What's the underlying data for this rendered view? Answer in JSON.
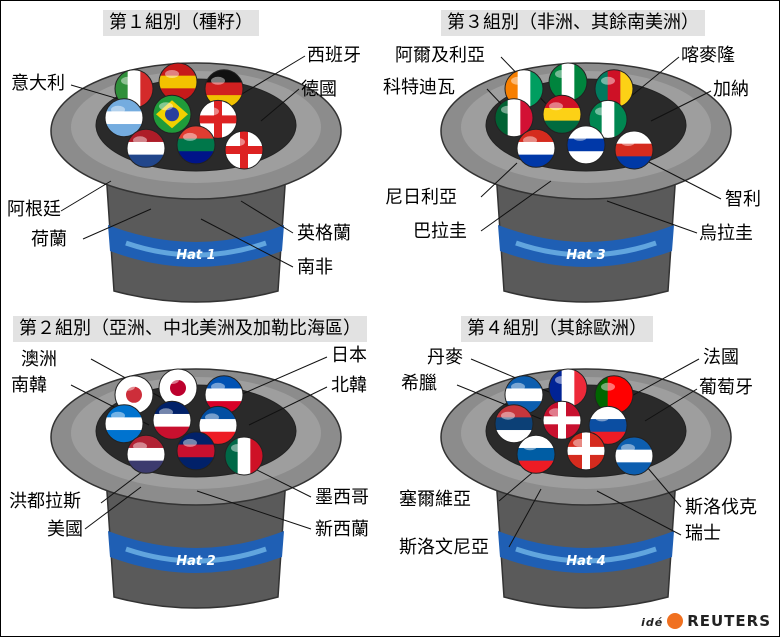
{
  "groups": [
    {
      "title": "第１組別（種籽）",
      "hat": "Hat 1",
      "labels": {
        "l1": "意大利",
        "r1": "西班牙",
        "r2": "德國",
        "l2": "阿根廷",
        "l3": "荷蘭",
        "r3": "英格蘭",
        "b1": "南非"
      },
      "balls": [
        {
          "colors": [
            "#2f8f3a",
            "#ffffff",
            "#d42a2a"
          ],
          "style": "v"
        },
        {
          "colors": [
            "#c61a1a",
            "#f3c300",
            "#c61a1a"
          ],
          "style": "h"
        },
        {
          "colors": [
            "#111111",
            "#d02020",
            "#f0c000"
          ],
          "style": "h"
        },
        {
          "colors": [
            "#74acdf",
            "#ffffff",
            "#74acdf"
          ],
          "style": "h"
        },
        {
          "colors": [
            "#1f9b3a",
            "#f2d000",
            "#2a3f9d"
          ],
          "style": "diamond"
        },
        {
          "colors": [
            "#ffffff",
            "#d22"
          ],
          "style": "cross"
        },
        {
          "colors": [
            "#ae1c28",
            "#ffffff",
            "#21468b"
          ],
          "style": "h"
        },
        {
          "colors": [
            "#e03c31",
            "#00774a",
            "#001489"
          ],
          "style": "h"
        },
        {
          "colors": [
            "#ffffff",
            "#d22"
          ],
          "style": "cross"
        }
      ]
    },
    {
      "title": "第３組別（非洲、其餘南美洲）",
      "hat": "Hat 3",
      "labels": {
        "l1": "阿爾及利亞",
        "l2": "科特迪瓦",
        "r1": "喀麥隆",
        "r2": "加納",
        "l3": "尼日利亞",
        "l4": "巴拉圭",
        "r3": "智利",
        "r4": "烏拉圭"
      },
      "balls": [
        {
          "colors": [
            "#f77f00",
            "#ffffff",
            "#009e60"
          ],
          "style": "v"
        },
        {
          "colors": [
            "#00843d",
            "#ffffff",
            "#00843d"
          ],
          "style": "v"
        },
        {
          "colors": [
            "#007a5e",
            "#ce1126",
            "#fcd116"
          ],
          "style": "v"
        },
        {
          "colors": [
            "#006233",
            "#ffffff",
            "#d21034"
          ],
          "style": "v"
        },
        {
          "colors": [
            "#ce1126",
            "#fcd116",
            "#006b3f"
          ],
          "style": "h"
        },
        {
          "colors": [
            "#008751",
            "#ffffff",
            "#008751"
          ],
          "style": "v"
        },
        {
          "colors": [
            "#d52b1e",
            "#ffffff",
            "#0038a8"
          ],
          "style": "h"
        },
        {
          "colors": [
            "#ffffff",
            "#0038a8",
            "#ffffff"
          ],
          "style": "h"
        },
        {
          "colors": [
            "#ffffff",
            "#d52b1e",
            "#0039a6"
          ],
          "style": "h"
        }
      ]
    },
    {
      "title": "第２組別（亞洲、中北美洲及加勒比海區）",
      "hat": "Hat 2",
      "labels": {
        "l1": "澳洲",
        "l2": "南韓",
        "r1": "日本",
        "r2": "北韓",
        "l3": "洪都拉斯",
        "l4": "美國",
        "r3": "墨西哥",
        "r4": "新西蘭"
      },
      "balls": [
        {
          "colors": [
            "#ffffff",
            "#cd2e3a",
            "#0047a0"
          ],
          "style": "dot"
        },
        {
          "colors": [
            "#ffffff",
            "#bc002d",
            "#bc002d"
          ],
          "style": "dot"
        },
        {
          "colors": [
            "#0052b4",
            "#ffffff",
            "#d80027"
          ],
          "style": "h"
        },
        {
          "colors": [
            "#0073cf",
            "#ffffff",
            "#0073cf"
          ],
          "style": "h"
        },
        {
          "colors": [
            "#012169",
            "#ffffff",
            "#c8102e"
          ],
          "style": "h"
        },
        {
          "colors": [
            "#024fa2",
            "#ffffff",
            "#ed1c24"
          ],
          "style": "h"
        },
        {
          "colors": [
            "#b22234",
            "#ffffff",
            "#3c3b6e"
          ],
          "style": "h"
        },
        {
          "colors": [
            "#012169",
            "#c8102e",
            "#012169"
          ],
          "style": "h"
        },
        {
          "colors": [
            "#006847",
            "#ffffff",
            "#ce1126"
          ],
          "style": "v"
        }
      ]
    },
    {
      "title": "第４組別（其餘歐洲）",
      "hat": "Hat 4",
      "labels": {
        "l1": "丹麥",
        "l2": "希臘",
        "r1": "法國",
        "r2": "葡萄牙",
        "l3": "塞爾維亞",
        "l4": "斯洛文尼亞",
        "r3": "斯洛伐克",
        "r4": "瑞士"
      },
      "balls": [
        {
          "colors": [
            "#0d5eaf",
            "#ffffff",
            "#0d5eaf"
          ],
          "style": "h"
        },
        {
          "colors": [
            "#002395",
            "#ffffff",
            "#ed2939"
          ],
          "style": "v"
        },
        {
          "colors": [
            "#006600",
            "#ff0000",
            "#ff0000"
          ],
          "style": "v"
        },
        {
          "colors": [
            "#c6363c",
            "#0c4076",
            "#ffffff"
          ],
          "style": "h"
        },
        {
          "colors": [
            "#c8102e",
            "#ffffff"
          ],
          "style": "cross"
        },
        {
          "colors": [
            "#ffffff",
            "#0b4ea2",
            "#ee1c25"
          ],
          "style": "h"
        },
        {
          "colors": [
            "#ffffff",
            "#005da4",
            "#ed1c24"
          ],
          "style": "h"
        },
        {
          "colors": [
            "#d52b1e",
            "#ffffff"
          ],
          "style": "cross"
        },
        {
          "colors": [
            "#0d5eaf",
            "#ffffff",
            "#0d5eaf"
          ],
          "style": "h"
        }
      ]
    }
  ],
  "credit": {
    "prefix": "idé",
    "brand": "REUTERS"
  }
}
